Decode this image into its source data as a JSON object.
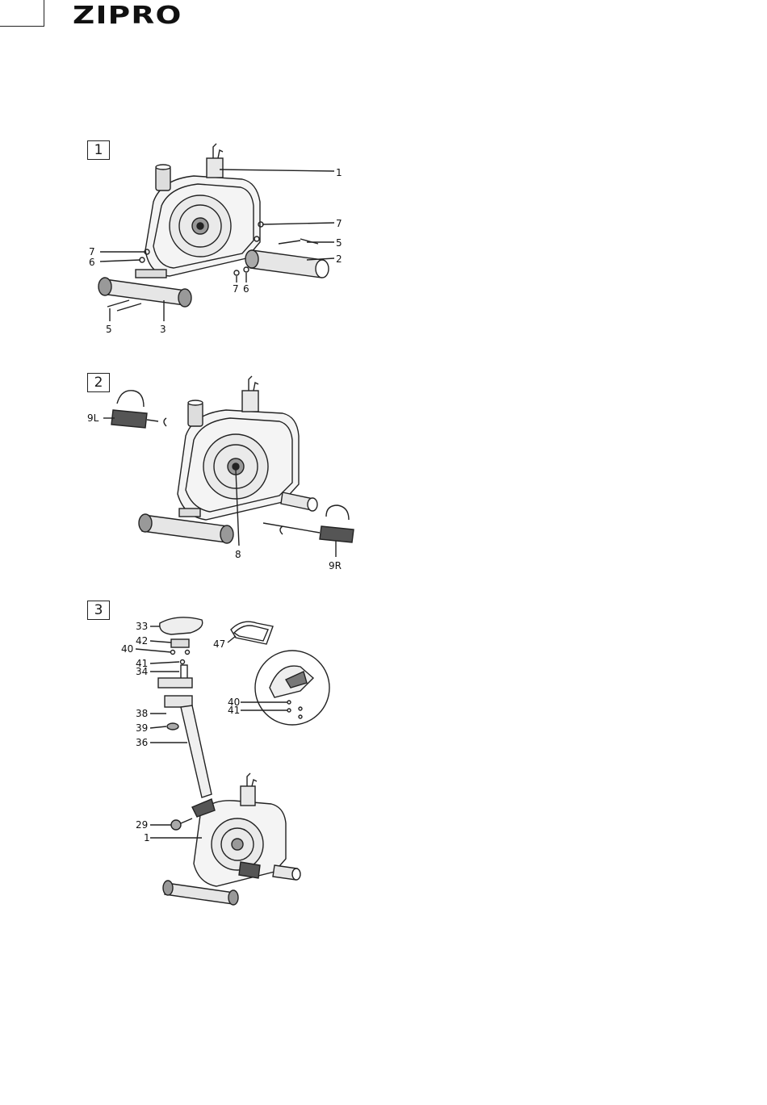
{
  "header": {
    "brand": "ZIPRO"
  },
  "steps": [
    {
      "number": "1",
      "labels": [
        "1",
        "7",
        "5",
        "2",
        "7",
        "6",
        "7",
        "6",
        "5",
        "3"
      ]
    },
    {
      "number": "2",
      "labels": [
        "9L",
        "8",
        "9R"
      ]
    },
    {
      "number": "3",
      "labels": [
        "33",
        "42",
        "40",
        "41",
        "34",
        "38",
        "39",
        "36",
        "29",
        "1",
        "47",
        "40",
        "41"
      ]
    }
  ]
}
